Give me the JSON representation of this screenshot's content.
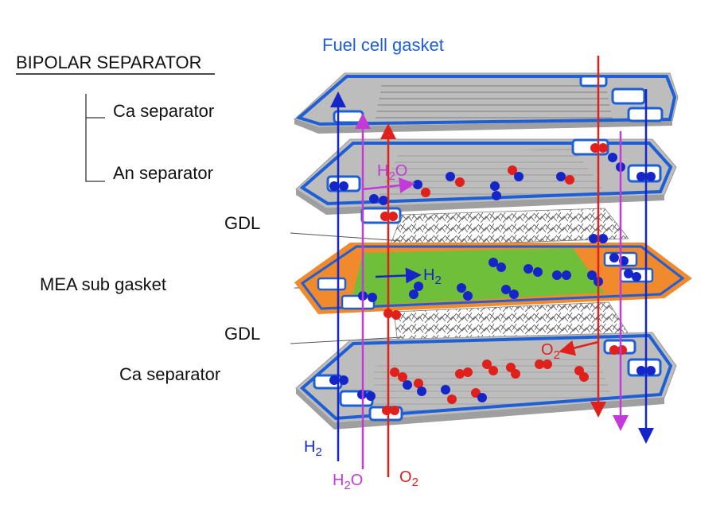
{
  "labels": {
    "title": "Fuel cell gasket",
    "bipolar": "BIPOLAR SEPARATOR",
    "ca_separator_top": "Ca separator",
    "an_separator": "An separator",
    "gdl_upper": "GDL",
    "mea": "MEA sub gasket",
    "gdl_lower": "GDL",
    "ca_separator_bottom": "Ca separator"
  },
  "flows": {
    "h2": {
      "base": "H",
      "sub": "2"
    },
    "h2o": {
      "base": "H",
      "sub": "2",
      "tail": "O"
    },
    "o2": {
      "base": "O",
      "sub": "2"
    }
  },
  "colors": {
    "gasket_blue": "#1f5fd6",
    "arrow_blue": "#1526c8",
    "arrow_red": "#e0201b",
    "arrow_purple": "#c23ad8",
    "plate_gray": "#b9b9b9",
    "mea_green": "#6fbf3a",
    "mea_orange": "#f08a2c",
    "text": "#111111"
  }
}
